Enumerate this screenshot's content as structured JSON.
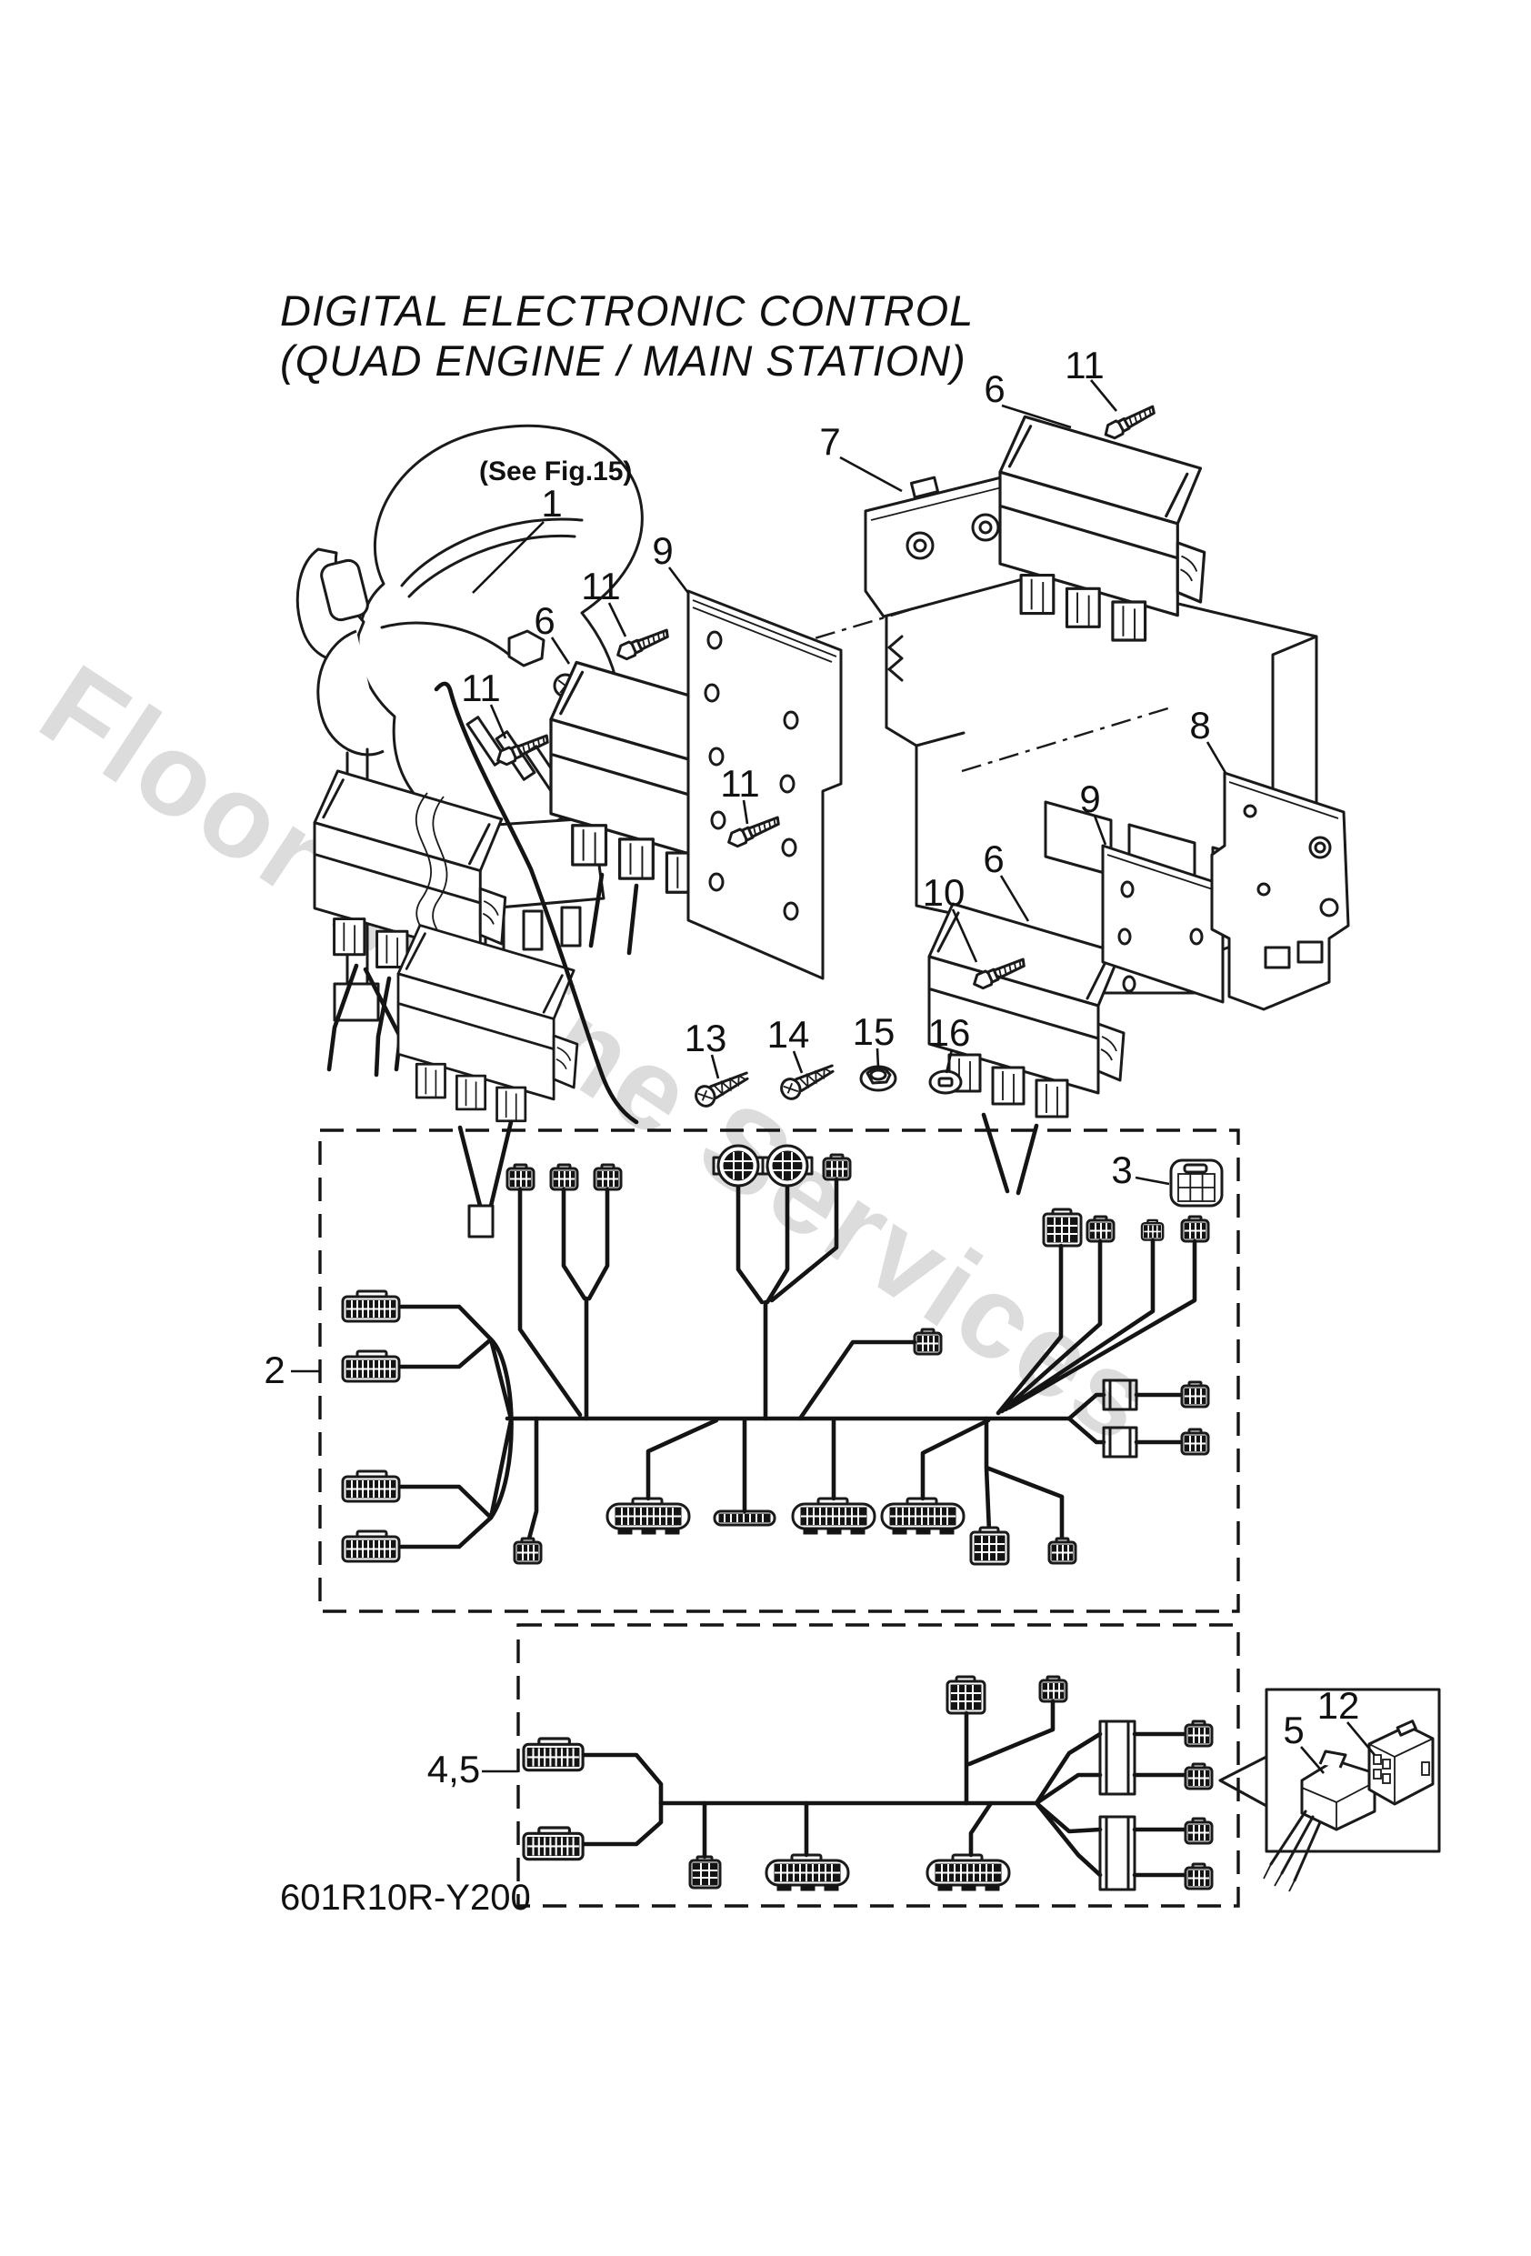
{
  "meta": {
    "background": "#ffffff",
    "line_color": "#1a1a1a",
    "watermark_color": "#dcdcdc",
    "kind": "marine parts catalog exploded diagram"
  },
  "title": {
    "line1": "DIGITAL ELECTRONIC CONTROL",
    "line2": "(QUAD ENGINE / MAIN STATION)"
  },
  "annotations": {
    "see_fig_note": "(See Fig.15)",
    "drawing_code": "601R10R-Y200"
  },
  "watermark": {
    "text": "Floor Marine Services"
  },
  "callouts": [
    {
      "id": "1",
      "label": "1"
    },
    {
      "id": "11a",
      "label": "11"
    },
    {
      "id": "6a",
      "label": "6"
    },
    {
      "id": "7",
      "label": "7"
    },
    {
      "id": "9a",
      "label": "9"
    },
    {
      "id": "11b",
      "label": "11"
    },
    {
      "id": "6b",
      "label": "6"
    },
    {
      "id": "11c",
      "label": "11"
    },
    {
      "id": "11d",
      "label": "11"
    },
    {
      "id": "9b",
      "label": "9"
    },
    {
      "id": "6c",
      "label": "6"
    },
    {
      "id": "10",
      "label": "10"
    },
    {
      "id": "8",
      "label": "8"
    },
    {
      "id": "13",
      "label": "13"
    },
    {
      "id": "14",
      "label": "14"
    },
    {
      "id": "15",
      "label": "15"
    },
    {
      "id": "16",
      "label": "16"
    },
    {
      "id": "2",
      "label": "2"
    },
    {
      "id": "3",
      "label": "3"
    },
    {
      "id": "45",
      "label": "4,5"
    },
    {
      "id": "12",
      "label": "12"
    },
    {
      "id": "5",
      "label": "5"
    }
  ]
}
